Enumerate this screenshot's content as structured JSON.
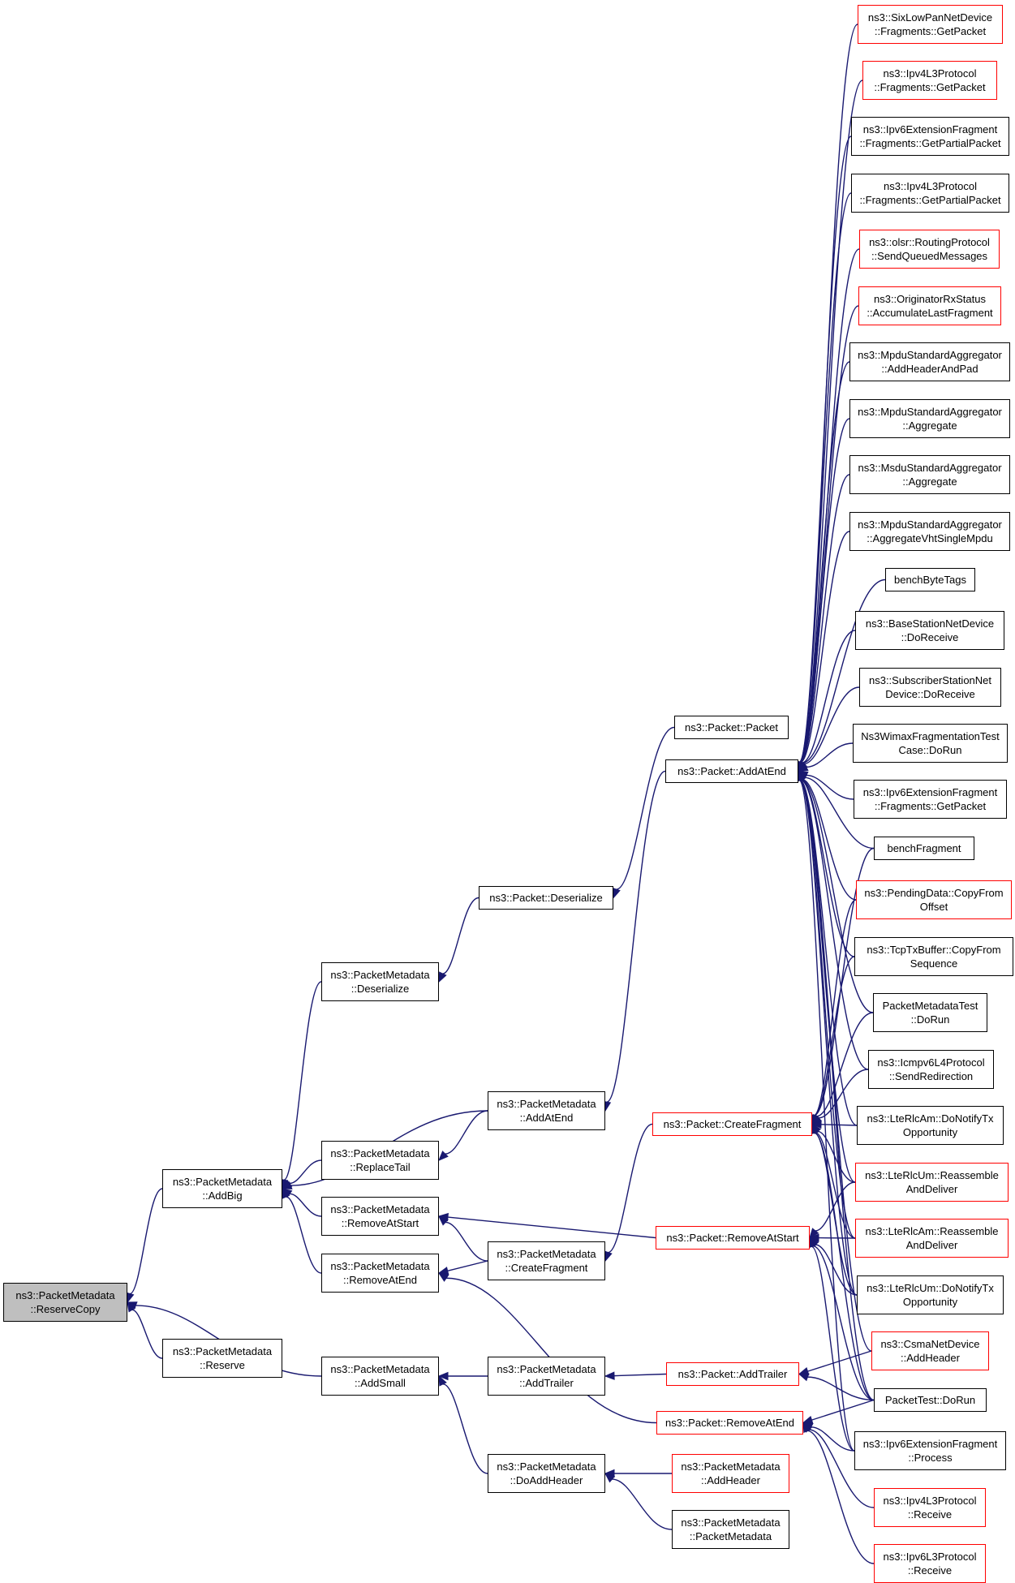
{
  "colors": {
    "edge": "#191970",
    "border_normal": "#000000",
    "border_truncated": "#ff0000",
    "root_fill": "#bfbfbf"
  },
  "nodes": [
    {
      "id": "n0",
      "text": "ns3::PacketMetadata\n::ReserveCopy",
      "style": "root"
    },
    {
      "id": "n1",
      "text": "ns3::PacketMetadata\n::AddBig",
      "style": "normal"
    },
    {
      "id": "n2",
      "text": "ns3::PacketMetadata\n::Reserve",
      "style": "normal"
    },
    {
      "id": "n3",
      "text": "ns3::PacketMetadata\n::AddSmall",
      "style": "normal"
    },
    {
      "id": "n4",
      "text": "ns3::PacketMetadata\n::Deserialize",
      "style": "normal"
    },
    {
      "id": "n5",
      "text": "ns3::PacketMetadata\n::ReplaceTail",
      "style": "normal"
    },
    {
      "id": "n6",
      "text": "ns3::PacketMetadata\n::RemoveAtStart",
      "style": "normal"
    },
    {
      "id": "n7",
      "text": "ns3::PacketMetadata\n::RemoveAtEnd",
      "style": "normal"
    },
    {
      "id": "n8",
      "text": "ns3::Packet::Deserialize",
      "style": "normal"
    },
    {
      "id": "n9",
      "text": "ns3::PacketMetadata\n::AddAtEnd",
      "style": "normal"
    },
    {
      "id": "n10",
      "text": "ns3::PacketMetadata\n::CreateFragment",
      "style": "normal"
    },
    {
      "id": "n11",
      "text": "ns3::PacketMetadata\n::AddTrailer",
      "style": "normal"
    },
    {
      "id": "n12",
      "text": "ns3::PacketMetadata\n::DoAddHeader",
      "style": "normal"
    },
    {
      "id": "n13",
      "text": "ns3::Packet::Packet",
      "style": "normal"
    },
    {
      "id": "n14",
      "text": "ns3::Packet::AddAtEnd",
      "style": "normal"
    },
    {
      "id": "n15",
      "text": "ns3::Packet::CreateFragment",
      "style": "red"
    },
    {
      "id": "n16",
      "text": "ns3::Packet::RemoveAtStart",
      "style": "red"
    },
    {
      "id": "n17",
      "text": "ns3::Packet::AddTrailer",
      "style": "red"
    },
    {
      "id": "n18",
      "text": "ns3::Packet::RemoveAtEnd",
      "style": "red"
    },
    {
      "id": "n19",
      "text": "ns3::PacketMetadata\n::AddHeader",
      "style": "red"
    },
    {
      "id": "n20",
      "text": "ns3::PacketMetadata\n::PacketMetadata",
      "style": "normal"
    },
    {
      "id": "n21",
      "text": "ns3::SixLowPanNetDevice\n::Fragments::GetPacket",
      "style": "red"
    },
    {
      "id": "n22",
      "text": "ns3::Ipv4L3Protocol\n::Fragments::GetPacket",
      "style": "red"
    },
    {
      "id": "n23",
      "text": "ns3::Ipv6ExtensionFragment\n::Fragments::GetPartialPacket",
      "style": "normal"
    },
    {
      "id": "n24",
      "text": "ns3::Ipv4L3Protocol\n::Fragments::GetPartialPacket",
      "style": "normal"
    },
    {
      "id": "n25",
      "text": "ns3::olsr::RoutingProtocol\n::SendQueuedMessages",
      "style": "red"
    },
    {
      "id": "n26",
      "text": "ns3::OriginatorRxStatus\n::AccumulateLastFragment",
      "style": "red"
    },
    {
      "id": "n27",
      "text": "ns3::MpduStandardAggregator\n::AddHeaderAndPad",
      "style": "normal"
    },
    {
      "id": "n28",
      "text": "ns3::MpduStandardAggregator\n::Aggregate",
      "style": "normal"
    },
    {
      "id": "n29",
      "text": "ns3::MsduStandardAggregator\n::Aggregate",
      "style": "normal"
    },
    {
      "id": "n30",
      "text": "ns3::MpduStandardAggregator\n::AggregateVhtSingleMpdu",
      "style": "normal"
    },
    {
      "id": "n31",
      "text": "benchByteTags",
      "style": "normal"
    },
    {
      "id": "n32",
      "text": "ns3::BaseStationNetDevice\n::DoReceive",
      "style": "normal"
    },
    {
      "id": "n33",
      "text": "ns3::SubscriberStationNet\nDevice::DoReceive",
      "style": "normal"
    },
    {
      "id": "n34",
      "text": "Ns3WimaxFragmentationTest\nCase::DoRun",
      "style": "normal"
    },
    {
      "id": "n35",
      "text": "ns3::Ipv6ExtensionFragment\n::Fragments::GetPacket",
      "style": "normal"
    },
    {
      "id": "n36",
      "text": "benchFragment",
      "style": "normal"
    },
    {
      "id": "n37",
      "text": "ns3::PendingData::CopyFrom\nOffset",
      "style": "red"
    },
    {
      "id": "n38",
      "text": "ns3::TcpTxBuffer::CopyFrom\nSequence",
      "style": "normal"
    },
    {
      "id": "n39",
      "text": "PacketMetadataTest\n::DoRun",
      "style": "normal"
    },
    {
      "id": "n40",
      "text": "ns3::Icmpv6L4Protocol\n::SendRedirection",
      "style": "normal"
    },
    {
      "id": "n41",
      "text": "ns3::LteRlcAm::DoNotifyTx\nOpportunity",
      "style": "normal"
    },
    {
      "id": "n42",
      "text": "ns3::LteRlcUm::Reassemble\nAndDeliver",
      "style": "red"
    },
    {
      "id": "n43",
      "text": "ns3::LteRlcAm::Reassemble\nAndDeliver",
      "style": "red"
    },
    {
      "id": "n44",
      "text": "ns3::LteRlcUm::DoNotifyTx\nOpportunity",
      "style": "normal"
    },
    {
      "id": "n45",
      "text": "ns3::CsmaNetDevice\n::AddHeader",
      "style": "red"
    },
    {
      "id": "n46",
      "text": "PacketTest::DoRun",
      "style": "normal"
    },
    {
      "id": "n47",
      "text": "ns3::Ipv6ExtensionFragment\n::Process",
      "style": "normal"
    },
    {
      "id": "n48",
      "text": "ns3::Ipv4L3Protocol\n::Receive",
      "style": "red"
    },
    {
      "id": "n49",
      "text": "ns3::Ipv6L3Protocol\n::Receive",
      "style": "red"
    }
  ]
}
